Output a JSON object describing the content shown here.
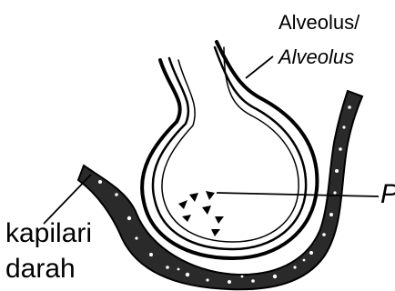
{
  "labels": {
    "alveolus_line1": "Alveolus/",
    "alveolus_line2": "Alveolus",
    "capillary_line1": "kapilari",
    "capillary_line2": "darah",
    "particle_pointer": "P"
  },
  "colors": {
    "ink": "#000000",
    "background": "#ffffff",
    "capillary_fill": "#2a2a2a"
  }
}
